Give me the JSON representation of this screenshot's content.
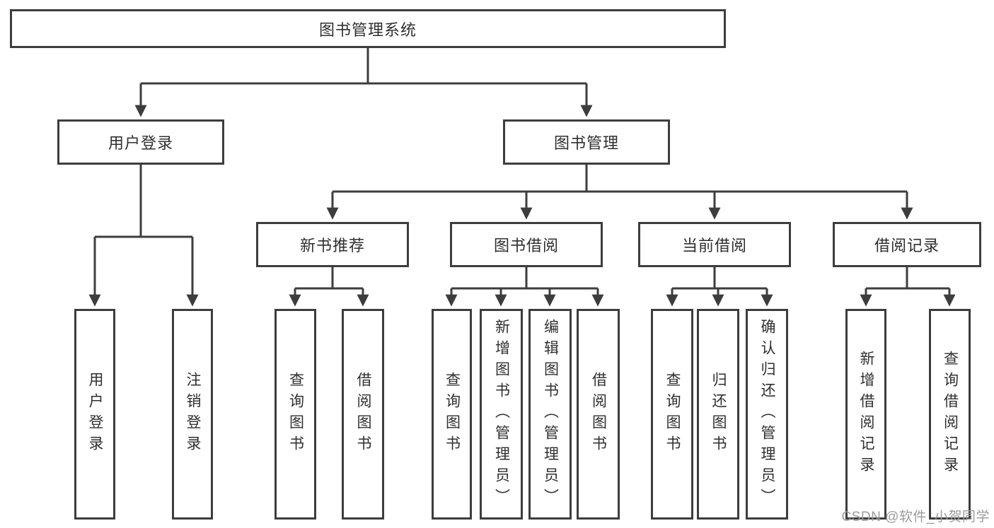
{
  "diagram": {
    "root": {
      "label": "图书管理系统"
    },
    "branches": [
      {
        "label": "用户登录",
        "children": [
          {
            "label": "用户登录"
          },
          {
            "label": "注销登录"
          }
        ]
      },
      {
        "label": "图书管理",
        "children": [
          {
            "label": "新书推荐",
            "children": [
              {
                "label": "查询图书"
              },
              {
                "label": "借阅图书"
              }
            ]
          },
          {
            "label": "图书借阅",
            "children": [
              {
                "label": "查询图书"
              },
              {
                "label": "新增图书（管理员）"
              },
              {
                "label": "编辑图书（管理员）"
              },
              {
                "label": "借阅图书"
              }
            ]
          },
          {
            "label": "当前借阅",
            "children": [
              {
                "label": "查询图书"
              },
              {
                "label": "归还图书"
              },
              {
                "label": "确认归还（管理员）"
              }
            ]
          },
          {
            "label": "借阅记录",
            "children": [
              {
                "label": "新增借阅记录"
              },
              {
                "label": "查询借阅记录"
              }
            ]
          }
        ]
      }
    ]
  },
  "watermark": {
    "text": "CSDN @软件_小贺同学"
  },
  "colors": {
    "line": "#3d3d3d",
    "text": "#2f2f2f",
    "watermark": "#9b9b9b",
    "background": "#ffffff"
  }
}
